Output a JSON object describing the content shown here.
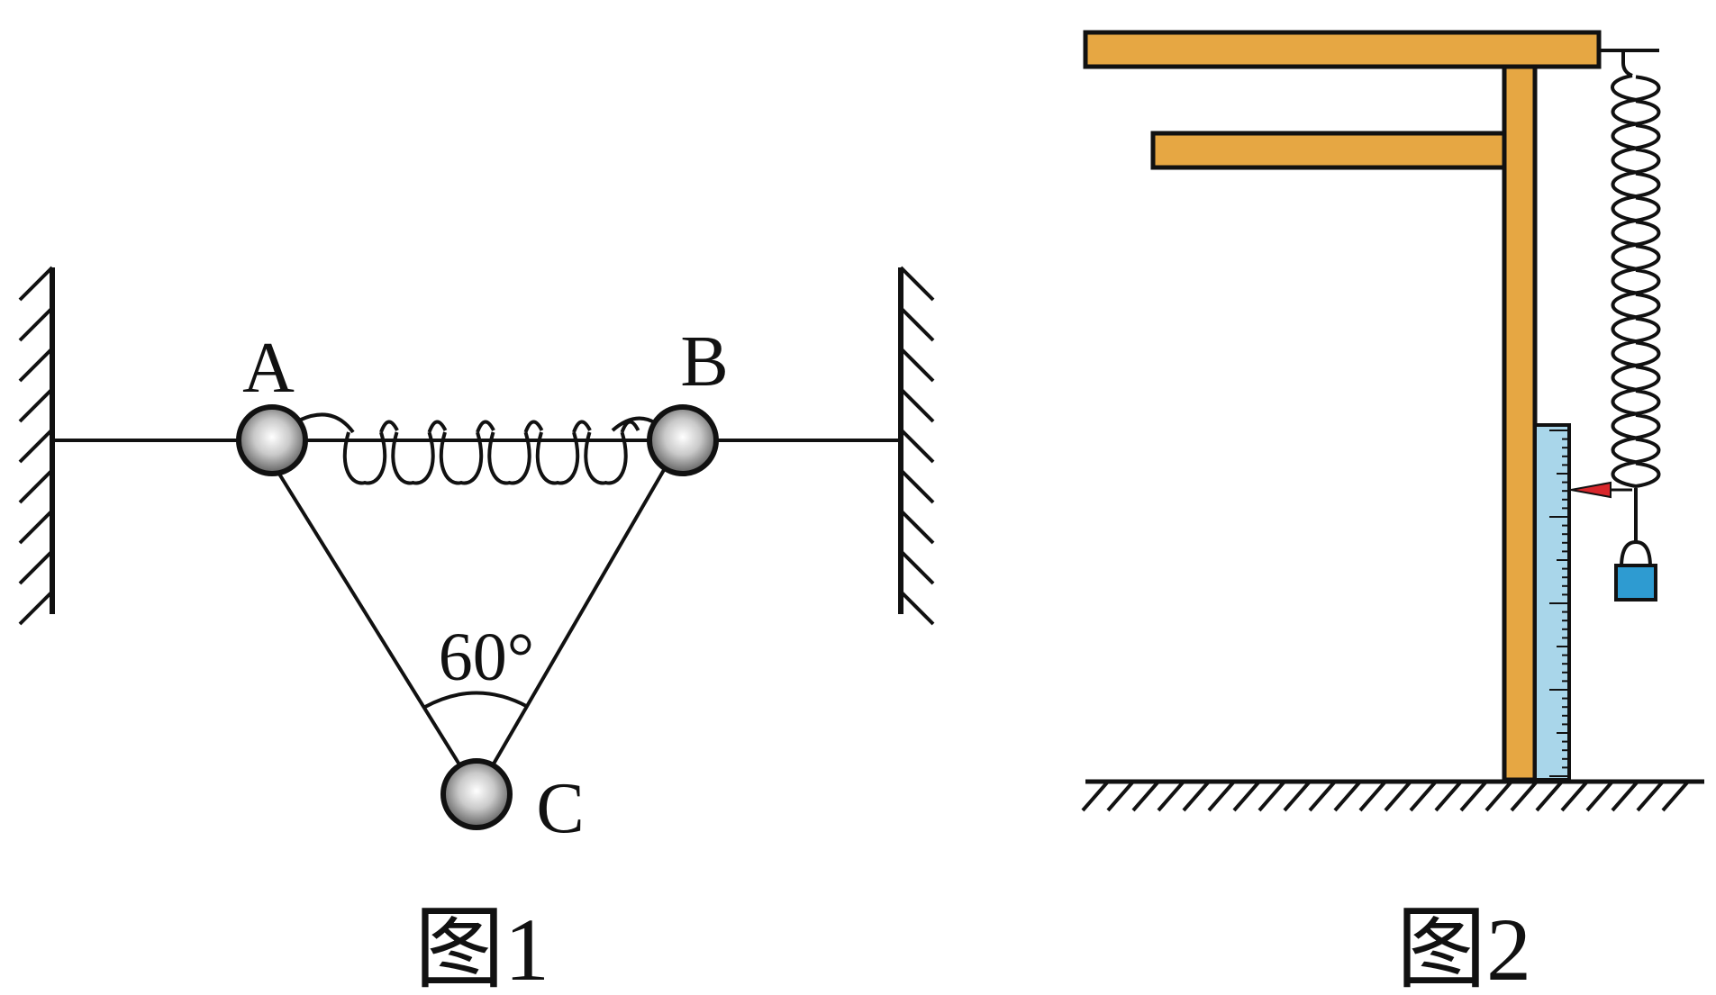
{
  "figure1": {
    "caption": "图1",
    "label_a": "A",
    "label_b": "B",
    "label_c": "C",
    "angle_label": "60°"
  },
  "figure2": {
    "caption": "图2"
  },
  "colors": {
    "ink": "#111111",
    "wood": "#E6A743",
    "ruler": "#A9D6EA",
    "weight": "#2E9BD1",
    "pointer": "#D8262B",
    "ball_light": "#ffffff",
    "ball_dark": "#555555"
  }
}
